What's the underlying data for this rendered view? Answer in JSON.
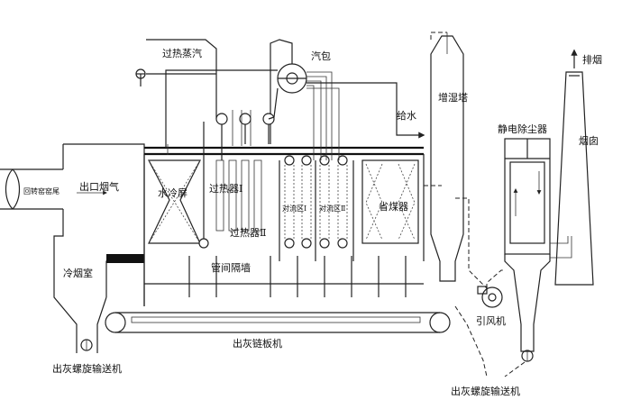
{
  "labels": {
    "superheated_steam": "过热蒸汽",
    "steam_drum": "汽包",
    "exhaust": "排烟",
    "feed_water": "给水",
    "washing_tower": "增湿塔",
    "electrostatic_precipitator": "静电除尘器",
    "chimney": "烟囱",
    "rotary_kiln_tail": "回转窑窑尾",
    "outlet_flue_gas": "出口烟气",
    "water_cooled_screen": "水冷屏",
    "superheater_1": "过热器Ⅰ",
    "convection_zone_1": "对流区Ⅰ",
    "convection_zone_2": "对流区Ⅱ",
    "economizer": "省煤器",
    "superheater_2": "过热器Ⅱ",
    "partition_wall": "管间隔墙",
    "cold_flue_chamber": "冷烟室",
    "induced_draft_fan": "引风机",
    "ash_chain_conveyor": "出灰链板机",
    "ash_screw_conveyor_left": "出灰螺旋输送机",
    "ash_screw_conveyor_right": "出灰螺旋输送机"
  }
}
